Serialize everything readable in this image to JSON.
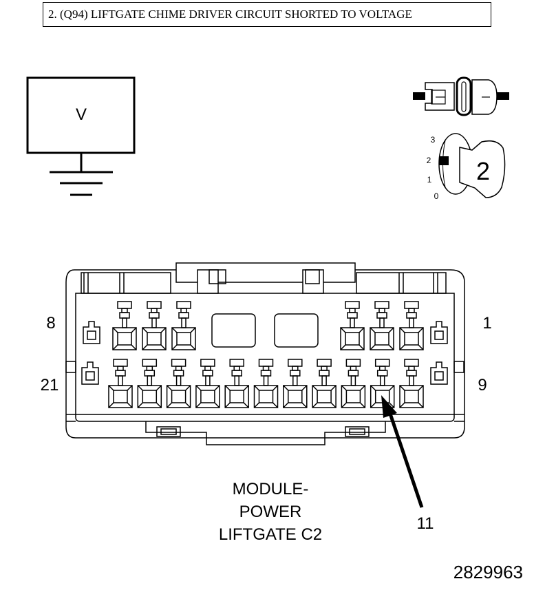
{
  "title": "2. (Q94) LIFTGATE CHIME DRIVER CIRCUIT SHORTED TO VOLTAGE",
  "meter": {
    "symbol": "V"
  },
  "ignition": {
    "positions": [
      "3",
      "2",
      "1",
      "0"
    ],
    "selected": "2"
  },
  "connector": {
    "pin_labels": {
      "top_right": "1",
      "top_left": "8",
      "bottom_right": "9",
      "bottom_left": "21"
    },
    "name_lines": [
      "MODULE-",
      "POWER",
      "LIFTGATE C2"
    ],
    "callout_pin": "11"
  },
  "figure_id": "2829963",
  "icons": [
    "ground-symbol-icon",
    "connector-plug-icon",
    "ignition-key-icon"
  ]
}
